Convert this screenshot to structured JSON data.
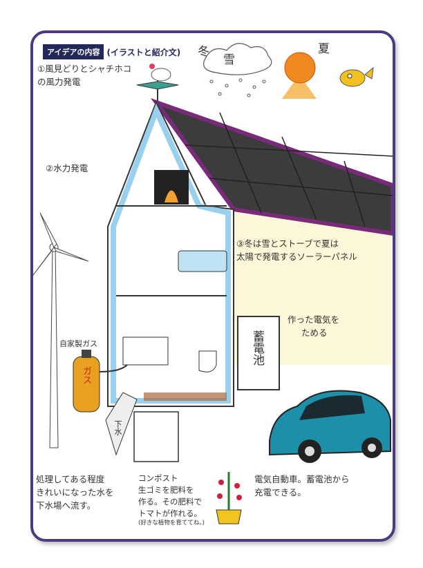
{
  "header": {
    "label": "アイデアの内容",
    "subtitle": "(イラストと紹介文)"
  },
  "notes": {
    "wind": [
      "①風見どりとシャチホコ",
      "の風力発電"
    ],
    "winter": "冬",
    "snow": "雪",
    "summer": "夏",
    "hydro": "②水力発電",
    "solar": [
      "③冬は雪とストーブで夏は",
      "太陽で発電するソーラーパネル"
    ],
    "store": [
      "作った電気を",
      "ためる"
    ],
    "battery": "蓄電池",
    "gas": "自家製ガス",
    "gas_can": "ガス",
    "sewer": "下水",
    "water": [
      "処理してある程度",
      "きれいになった水を",
      "下水場へ流す。"
    ],
    "compost": [
      "コンポスト",
      "生ゴミを肥料を",
      "作る。その肥料で",
      "トマトが作れる。"
    ],
    "compost_note": "(好きな植物を育ててね。)",
    "ev": [
      "電気自動車。蓄電池から",
      "充電できる。"
    ]
  },
  "colors": {
    "frame": "#4b3a80",
    "header": "#23285a",
    "roof": "#7a2a7a",
    "panel": "#3c3c3c",
    "car": "#1e8fa8",
    "sun": "#f08a20",
    "water": "#7fc4e8"
  }
}
